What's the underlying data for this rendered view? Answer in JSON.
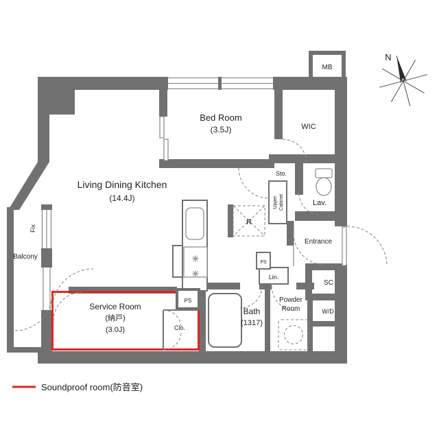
{
  "colors": {
    "wall": "#717171",
    "soundproof_red": "#e0241e",
    "dash": "#8a8a8a",
    "text": "#1c1c1c"
  },
  "compass": {
    "north": "N"
  },
  "legend": {
    "soundproof": "Soundproof room(防音室)"
  },
  "rooms": {
    "bedroom": {
      "name": "Bed Room",
      "size": "(3.5J)"
    },
    "wic": {
      "name": "WIC"
    },
    "mb": {
      "name": "MB"
    },
    "ldk": {
      "name": "Living Dining Kitchen",
      "size": "(14.4J)"
    },
    "balcony": {
      "name": "Balcony"
    },
    "fix": {
      "name": "Fix"
    },
    "sto": {
      "name": "Sto."
    },
    "upper_cabinet": {
      "line1": "Upper",
      "line2": "Cabinet"
    },
    "lav": {
      "name": "Lav."
    },
    "fridge": {
      "name": "R"
    },
    "entrance": {
      "name": "Entrance"
    },
    "sc": {
      "name": "SC"
    },
    "lin": {
      "name": "Lin."
    },
    "ps_hall": {
      "name": "PS"
    },
    "ps_service": {
      "name": "PS"
    },
    "service": {
      "name": "Service Room",
      "jp": "(納戸)",
      "size": "(3.0J)"
    },
    "clo": {
      "name": "Clo."
    },
    "bath": {
      "name": "Bath",
      "size": "(1317)"
    },
    "powder": {
      "line1": "Powder",
      "line2": "Room"
    },
    "wd": {
      "name": "W/D"
    }
  }
}
